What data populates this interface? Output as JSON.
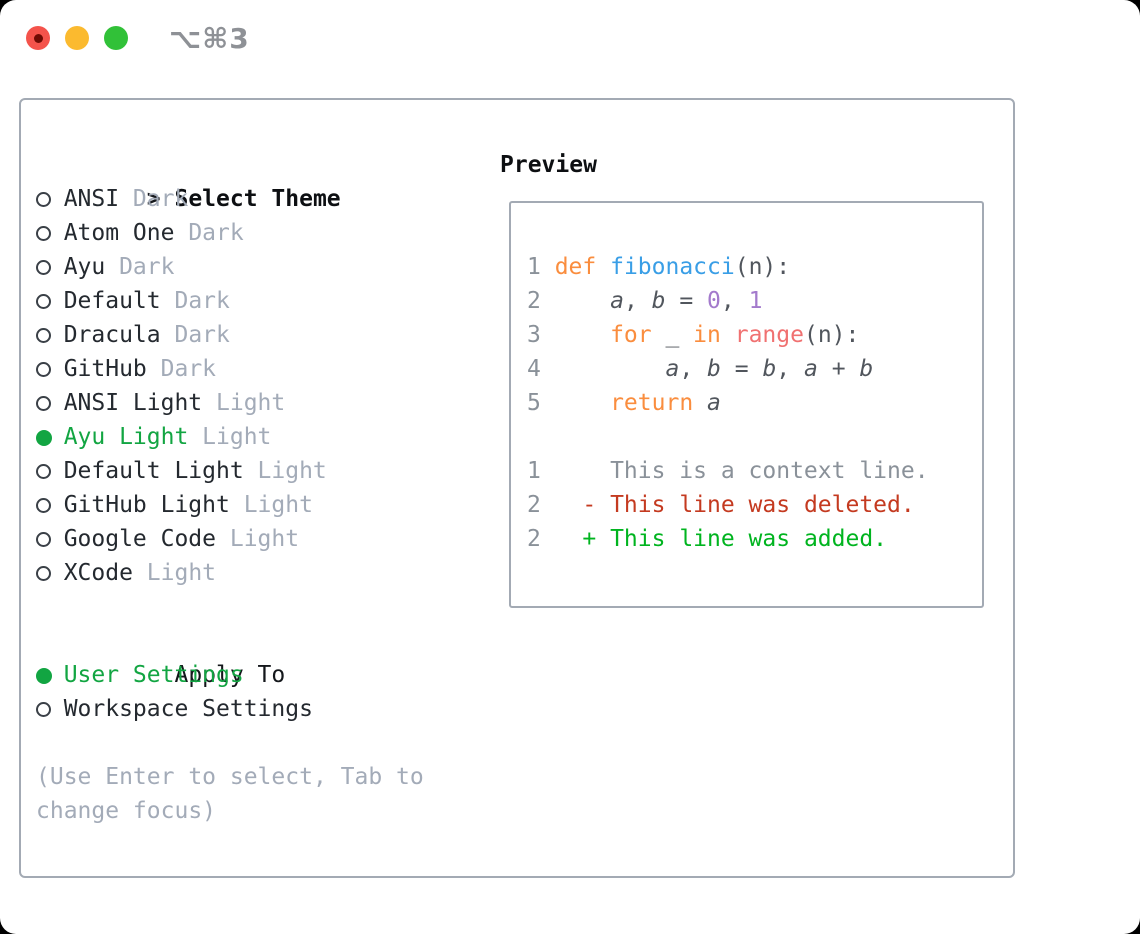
{
  "window": {
    "title": "⌥⌘3",
    "traffic_lights": [
      "close",
      "minimize",
      "zoom"
    ]
  },
  "theme_picker": {
    "header": {
      "prompt": ">",
      "label": "Select Theme"
    },
    "themes": [
      {
        "name": "ANSI",
        "variant": "Dark",
        "selected": false
      },
      {
        "name": "Atom One",
        "variant": "Dark",
        "selected": false
      },
      {
        "name": "Ayu",
        "variant": "Dark",
        "selected": false
      },
      {
        "name": "Default",
        "variant": "Dark",
        "selected": false
      },
      {
        "name": "Dracula",
        "variant": "Dark",
        "selected": false
      },
      {
        "name": "GitHub",
        "variant": "Dark",
        "selected": false
      },
      {
        "name": "ANSI Light",
        "variant": "Light",
        "selected": false
      },
      {
        "name": "Ayu Light",
        "variant": "Light",
        "selected": true
      },
      {
        "name": "Default Light",
        "variant": "Light",
        "selected": false
      },
      {
        "name": "GitHub Light",
        "variant": "Light",
        "selected": false
      },
      {
        "name": "Google Code",
        "variant": "Light",
        "selected": false
      },
      {
        "name": "XCode",
        "variant": "Light",
        "selected": false
      }
    ],
    "apply_to": {
      "label": "Apply To",
      "options": [
        {
          "name": "User Settings",
          "selected": true
        },
        {
          "name": "Workspace Settings",
          "selected": false
        }
      ]
    },
    "help_lines": [
      "(Use Enter to select, Tab to",
      "change focus)"
    ]
  },
  "preview": {
    "title": "Preview",
    "code_lines": [
      {
        "num": "1",
        "tokens": [
          {
            "t": "def",
            "c": "kw"
          },
          {
            "t": " ",
            "c": "pl"
          },
          {
            "t": "fibonacci",
            "c": "fn"
          },
          {
            "t": "(n):",
            "c": "pl"
          }
        ]
      },
      {
        "num": "2",
        "tokens": [
          {
            "t": "    ",
            "c": "pl"
          },
          {
            "t": "a",
            "c": "var"
          },
          {
            "t": ", ",
            "c": "pl"
          },
          {
            "t": "b",
            "c": "var"
          },
          {
            "t": " = ",
            "c": "pl"
          },
          {
            "t": "0",
            "c": "num"
          },
          {
            "t": ", ",
            "c": "pl"
          },
          {
            "t": "1",
            "c": "num"
          }
        ]
      },
      {
        "num": "3",
        "tokens": [
          {
            "t": "    ",
            "c": "pl"
          },
          {
            "t": "for",
            "c": "kw"
          },
          {
            "t": " _ ",
            "c": "pl"
          },
          {
            "t": "in",
            "c": "kw"
          },
          {
            "t": " ",
            "c": "pl"
          },
          {
            "t": "range",
            "c": "bi"
          },
          {
            "t": "(n):",
            "c": "pl"
          }
        ]
      },
      {
        "num": "4",
        "tokens": [
          {
            "t": "        ",
            "c": "pl"
          },
          {
            "t": "a",
            "c": "var"
          },
          {
            "t": ", ",
            "c": "pl"
          },
          {
            "t": "b",
            "c": "var"
          },
          {
            "t": " = ",
            "c": "pl"
          },
          {
            "t": "b",
            "c": "var"
          },
          {
            "t": ", ",
            "c": "pl"
          },
          {
            "t": "a",
            "c": "var"
          },
          {
            "t": " + ",
            "c": "pl"
          },
          {
            "t": "b",
            "c": "var"
          }
        ]
      },
      {
        "num": "5",
        "tokens": [
          {
            "t": "    ",
            "c": "pl"
          },
          {
            "t": "return",
            "c": "kw"
          },
          {
            "t": " ",
            "c": "pl"
          },
          {
            "t": "a",
            "c": "var"
          }
        ]
      }
    ],
    "diff_lines": [
      {
        "num": "1",
        "tokens": [
          {
            "t": "    This is a context line.",
            "c": "ctx"
          }
        ]
      },
      {
        "num": "2",
        "tokens": [
          {
            "t": "  ",
            "c": "pl"
          },
          {
            "t": "- This line was deleted.",
            "c": "del"
          }
        ]
      },
      {
        "num": "2",
        "tokens": [
          {
            "t": "  ",
            "c": "pl"
          },
          {
            "t": "+ This line was added.",
            "c": "add"
          }
        ]
      }
    ]
  },
  "colors": {
    "accent_green": "#12a542",
    "name_dark": "#24292f",
    "variant_gray": "#a3abb8",
    "border_gray": "#a3aab4",
    "title_gray": "#8e9196",
    "light_red": "#f4534b",
    "light_yellow": "#fbba2f",
    "light_green": "#31c138",
    "kw": "#fa8d3e",
    "fn": "#399ee6",
    "num": "#a37acc",
    "bi": "#f07171",
    "pl": "#51565d",
    "ctx": "#8a9199",
    "del": "#c43a20",
    "add": "#00b41f",
    "ln": "#8a9199"
  }
}
